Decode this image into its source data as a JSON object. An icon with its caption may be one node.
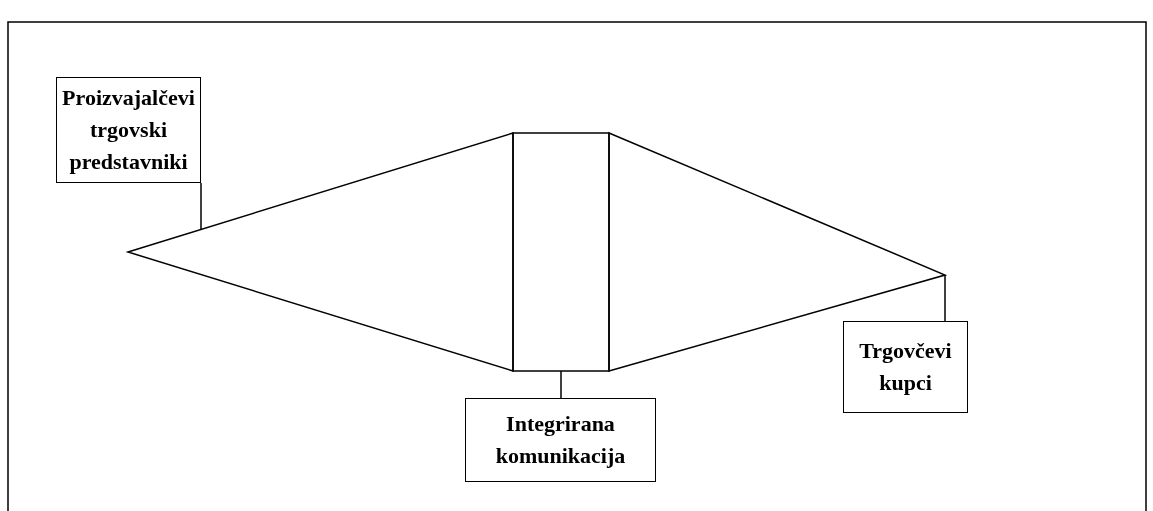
{
  "diagram": {
    "nodes": [
      {
        "text": [
          "Proizvajalčevi trgovski predstavniki"
        ]
      },
      {
        "text": [],
        "shape": "triangle"
      },
      {
        "text": [],
        "shape": "box"
      },
      {
        "text": [],
        "shape": "triangle"
      },
      {
        "text": [
          "Integrirana komunikacija"
        ]
      },
      {
        "text": [
          "Trgovčevi kupci"
        ]
      }
    ],
    "edges": [
      {
        "from": 0,
        "to": 1,
        "arrow": "none"
      },
      {
        "from": 4,
        "to": 2,
        "arrow": "none"
      },
      {
        "from": 5,
        "to": 3,
        "arrow": "none"
      }
    ]
  }
}
